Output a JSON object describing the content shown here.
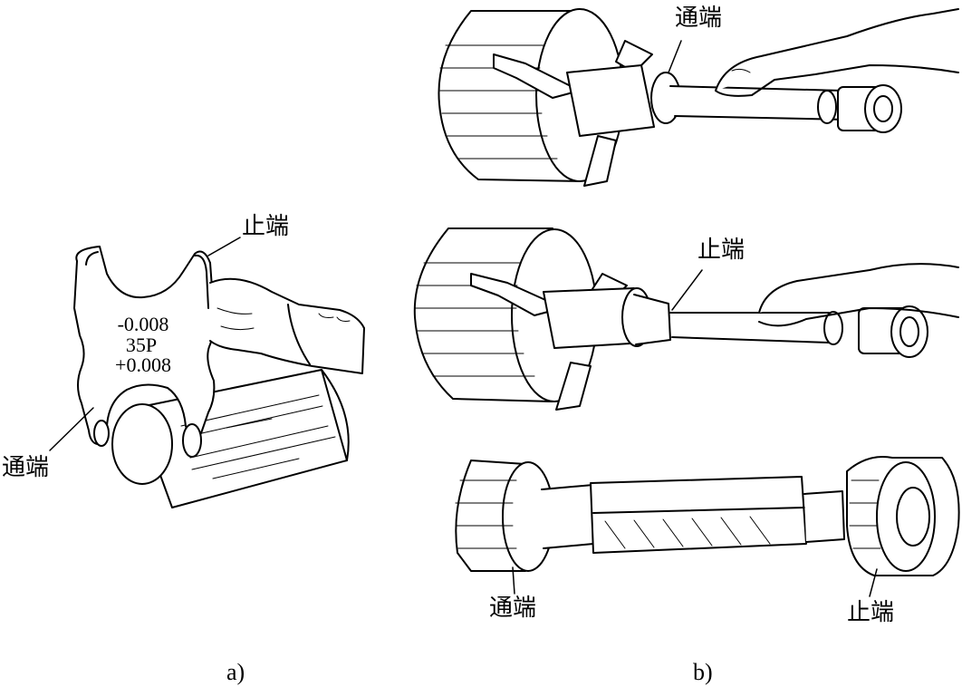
{
  "figure_a": {
    "label_no_go": "止端",
    "label_go": "通端",
    "gauge_text": {
      "upper": "-0.008",
      "middle": "35P",
      "lower": "+0.008"
    },
    "caption": "a)"
  },
  "figure_b": {
    "top_label": "通端",
    "middle_label": "止端",
    "bottom_left_label": "通端",
    "bottom_right_label": "止端",
    "caption": "b)"
  }
}
